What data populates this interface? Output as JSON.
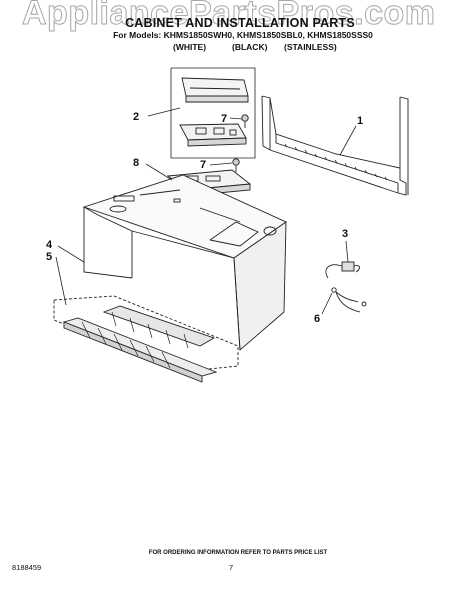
{
  "watermark": "AppliancePartsPros.com",
  "title": "CABINET AND INSTALLATION PARTS",
  "models_line": "For Models: KHMS1850SWH0, KHMS1850SBL0, KHMS1850SSS0",
  "variants": {
    "white": "(WHITE)",
    "black": "(BLACK)",
    "stainless": "(STAINLESS)"
  },
  "callouts": {
    "c1": "1",
    "c2": "2",
    "c3": "3",
    "c4": "4",
    "c5": "5",
    "c6": "6",
    "c7a": "7",
    "c7b": "7",
    "c8": "8"
  },
  "footer": {
    "ordering_note": "FOR ORDERING INFORMATION REFER TO PARTS PRICE LIST",
    "doc_number": "8188459",
    "page_number": "7"
  }
}
